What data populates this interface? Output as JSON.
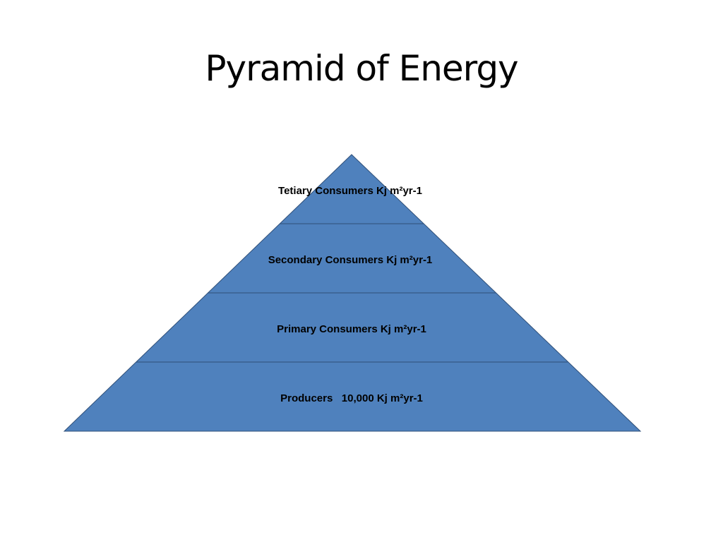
{
  "slide": {
    "title": "Pyramid of Energy"
  },
  "pyramid": {
    "fill_color": "#4f81bd",
    "line_color": "#2f4f78",
    "tiers": [
      {
        "name": "tertiary-consumers",
        "label": "Tetiary Consumers Kj m²yr-1"
      },
      {
        "name": "secondary-consumers",
        "label": "Secondary Consumers Kj m²yr-1"
      },
      {
        "name": "primary-consumers",
        "label": "Primary Consumers Kj m²yr-1"
      },
      {
        "name": "producers",
        "label": "Producers   10,000 Kj m²yr-1"
      }
    ]
  }
}
